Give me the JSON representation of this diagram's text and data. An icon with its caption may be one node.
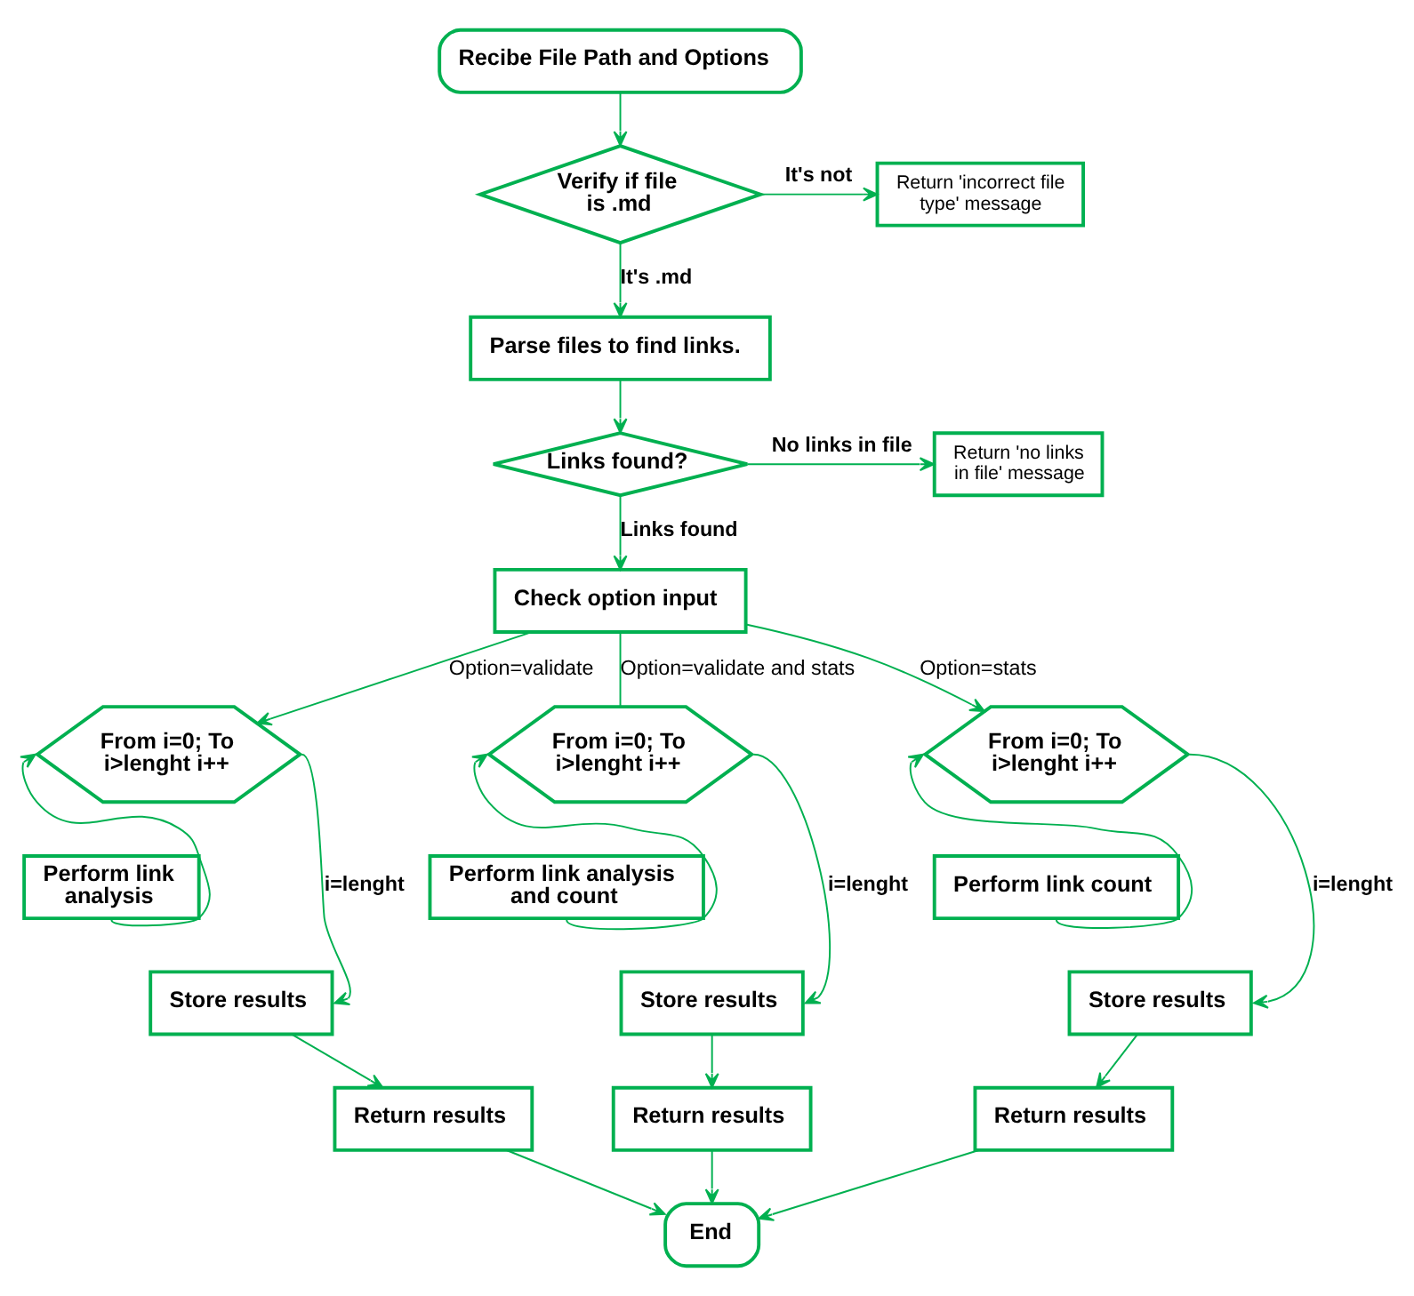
{
  "diagram": {
    "nodes": [
      {
        "text": [
          "Recibe File Path and Options"
        ]
      },
      {
        "text": [
          "Verify if file is .md"
        ]
      },
      {
        "text": [
          "Return 'incorrect file type' message"
        ]
      },
      {
        "text": [
          "Parse files to find links."
        ]
      },
      {
        "text": [
          "Links found?"
        ]
      },
      {
        "text": [
          "Return 'no links in file' message"
        ]
      },
      {
        "text": [
          "Check option input"
        ]
      },
      {
        "text": [
          "From i=0; To i>lenght i++"
        ]
      },
      {
        "text": [
          "From i=0; To i>lenght i++"
        ]
      },
      {
        "text": [
          "From i=0; To i>lenght i++"
        ]
      },
      {
        "text": [
          "Perform link analysis"
        ]
      },
      {
        "text": [
          "Perform link analysis and count"
        ]
      },
      {
        "text": [
          "Perform link count"
        ]
      },
      {
        "text": [
          "Store results"
        ]
      },
      {
        "text": [
          "Store results"
        ]
      },
      {
        "text": [
          "Store results"
        ]
      },
      {
        "text": [
          "Return results"
        ]
      },
      {
        "text": [
          "Return results"
        ]
      },
      {
        "text": [
          "Return results"
        ]
      },
      {
        "text": [
          "End"
        ]
      }
    ],
    "edges": [
      {
        "from": 0,
        "to": 1,
        "arrow": "to"
      },
      {
        "from": 1,
        "to": 2,
        "arrow": "to",
        "label": "It's not"
      },
      {
        "from": 1,
        "to": 3,
        "arrow": "to",
        "label": "It's .md"
      },
      {
        "from": 3,
        "to": 4,
        "arrow": "to"
      },
      {
        "from": 4,
        "to": 5,
        "arrow": "to",
        "label": "No links in file"
      },
      {
        "from": 4,
        "to": 6,
        "arrow": "to",
        "label": "Links found"
      },
      {
        "from": 6,
        "to": 7,
        "arrow": "to",
        "label": "Option=validate"
      },
      {
        "from": 6,
        "to": 8,
        "arrow": "none",
        "label": "Option=validate and stats"
      },
      {
        "from": 6,
        "to": 9,
        "arrow": "to",
        "label": "Option=stats"
      },
      {
        "from": 10,
        "to": 7,
        "arrow": "to"
      },
      {
        "from": 11,
        "to": 8,
        "arrow": "to"
      },
      {
        "from": 12,
        "to": 9,
        "arrow": "to"
      },
      {
        "from": 7,
        "to": 13,
        "arrow": "to",
        "label": "i=lenght"
      },
      {
        "from": 8,
        "to": 14,
        "arrow": "to",
        "label": "i=lenght"
      },
      {
        "from": 9,
        "to": 15,
        "arrow": "to",
        "label": "i=lenght"
      },
      {
        "from": 13,
        "to": 16,
        "arrow": "to"
      },
      {
        "from": 14,
        "to": 17,
        "arrow": "to"
      },
      {
        "from": 15,
        "to": 18,
        "arrow": "to"
      },
      {
        "from": 16,
        "to": 19,
        "arrow": "to"
      },
      {
        "from": 17,
        "to": 19,
        "arrow": "to"
      },
      {
        "from": 18,
        "to": 19,
        "arrow": "to"
      }
    ]
  }
}
